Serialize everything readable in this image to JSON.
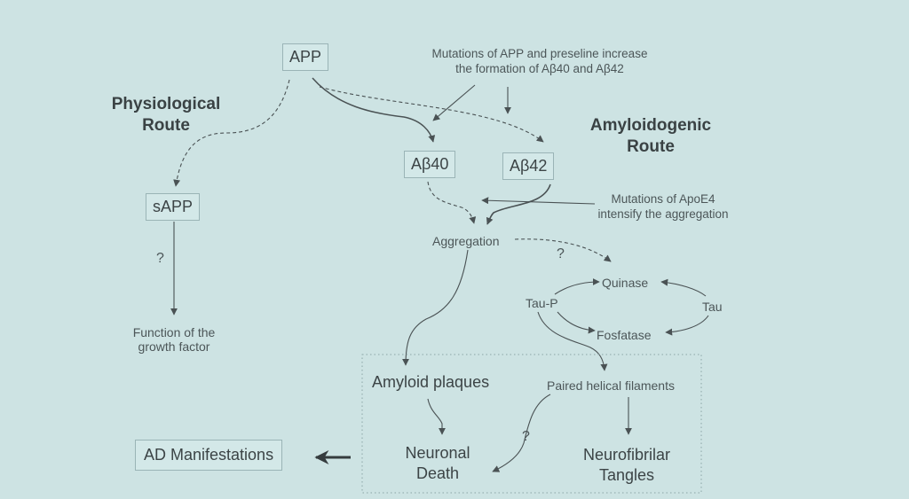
{
  "nodes": {
    "app": "APP",
    "mutation_note_line1": "Mutations of APP and preseline increase",
    "mutation_note_line2": "the formation of Aβ40 and Aβ42",
    "physio_line1": "Physiological",
    "physio_line2": "Route",
    "amyloid_line1": "Amyloidogenic",
    "amyloid_line2": "Route",
    "ab40": "Aβ40",
    "ab42": "Aβ42",
    "sapp": "sAPP",
    "apoe_line1": "Mutations of ApoE4",
    "apoe_line2": "intensify the aggregation",
    "aggregation": "Aggregation",
    "growth_line1": "Function of the",
    "growth_line2": "growth factor",
    "quinase": "Quinase",
    "tau_p": "Tau-P",
    "tau": "Tau",
    "fosfatase": "Fosfatase",
    "plaques": "Amyloid plaques",
    "filaments": "Paired helical filaments",
    "ad": "AD Manifestations",
    "death_line1": "Neuronal",
    "death_line2": "Death",
    "tangles_line1": "Neurofibrilar",
    "tangles_line2": "Tangles"
  },
  "question_marks": [
    "?",
    "?",
    "?"
  ],
  "colors": {
    "background": "#cde3e3",
    "ink": "#3c4446",
    "box_border": "#9ab4b6"
  }
}
